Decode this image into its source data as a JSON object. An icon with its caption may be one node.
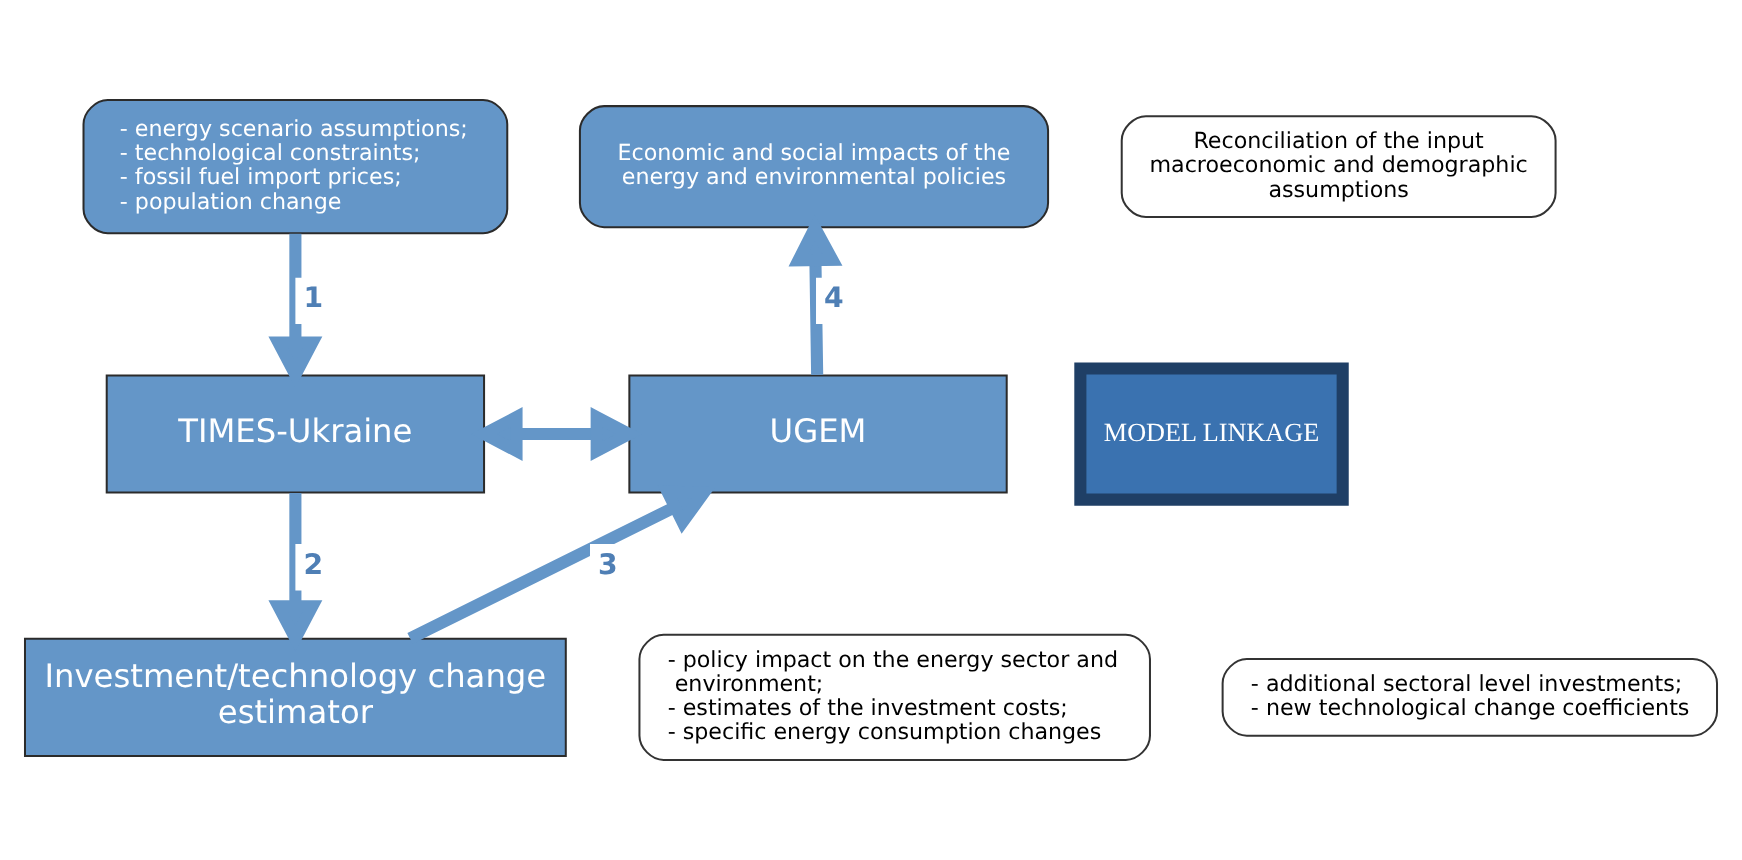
{
  "diagram": {
    "nodes": [
      {
        "text": [
          "- energy scenario assumptions;",
          "- technological constraints;",
          "- fossil fuel import prices;",
          "- population change"
        ]
      },
      {
        "text": [
          "TIMES-Ukraine"
        ]
      },
      {
        "text": [
          "MODEL LINKAGE"
        ]
      },
      {
        "text": [
          "UGEM"
        ]
      },
      {
        "text": [
          "Economic and social impacts of the energy and environmental policies"
        ]
      },
      {
        "text": [
          "Investment/technology change estimator"
        ]
      },
      {
        "text": [
          "Reconciliation of the input macroeconomic and demographic assumptions"
        ]
      },
      {
        "text": [
          "- policy impact on the energy sector and environment;",
          "- estimates of the investment costs;",
          "- specific energy consumption changes"
        ]
      },
      {
        "text": [
          "- additional sectoral level investments;",
          "- new technological change coefficients"
        ]
      }
    ],
    "edges": [
      {
        "from": 0,
        "to": 1,
        "arrow": "to",
        "label": "1"
      },
      {
        "from": 1,
        "to": 5,
        "arrow": "to",
        "label": "2"
      },
      {
        "from": 5,
        "to": 3,
        "arrow": "to",
        "label": "3"
      },
      {
        "from": 3,
        "to": 4,
        "arrow": "to",
        "label": "4"
      },
      {
        "from": 1,
        "to": 3,
        "arrow": "both"
      }
    ]
  }
}
